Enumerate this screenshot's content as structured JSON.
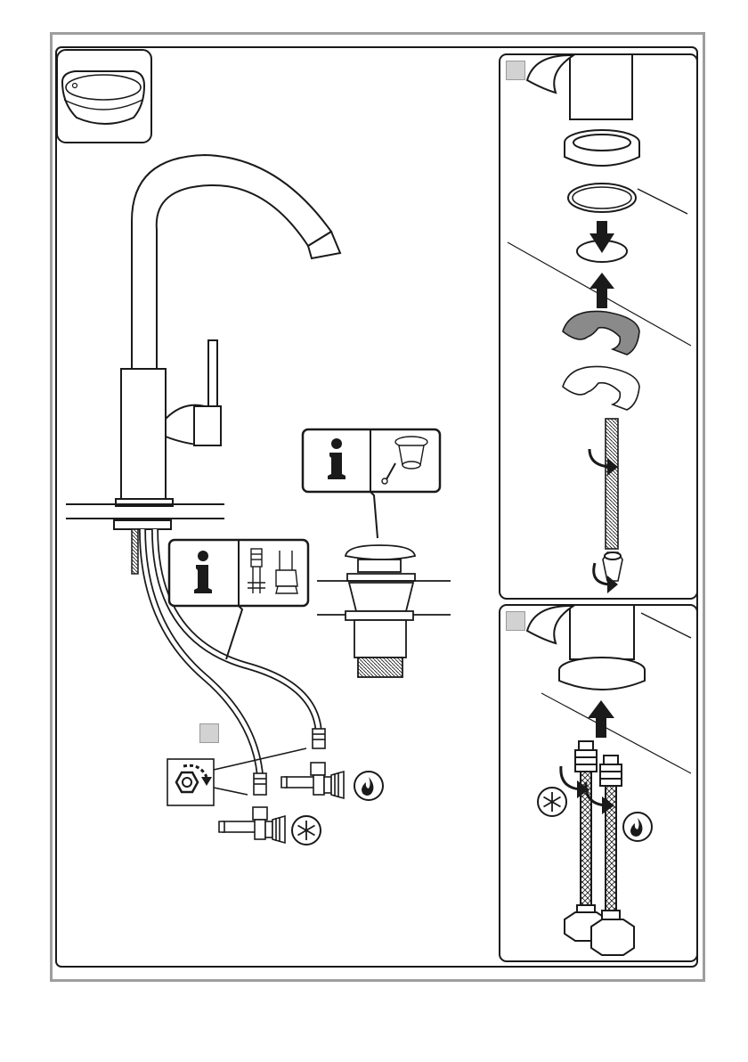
{
  "document": {
    "type": "faucet-installation-instructions-page",
    "colors": {
      "line": "#1a1a1a",
      "frame": "#9e9e9e",
      "step_marker": "#d2d2d2",
      "washer_fill": "#8a8a8a"
    },
    "icons": [
      "basin-icon",
      "info-icon",
      "drain-valve-icon",
      "hose-fitting-icon",
      "nut-icon",
      "tighten-arrow-icon",
      "cold-water-icon",
      "hot-water-icon",
      "arrow-down-icon",
      "arrow-up-icon",
      "rotate-icon"
    ],
    "panels": [
      {
        "name": "main-installation-view",
        "step_markers": 1
      },
      {
        "name": "mounting-detail-panel",
        "step_markers": 1
      },
      {
        "name": "hose-connection-panel",
        "step_markers": 1
      }
    ]
  }
}
